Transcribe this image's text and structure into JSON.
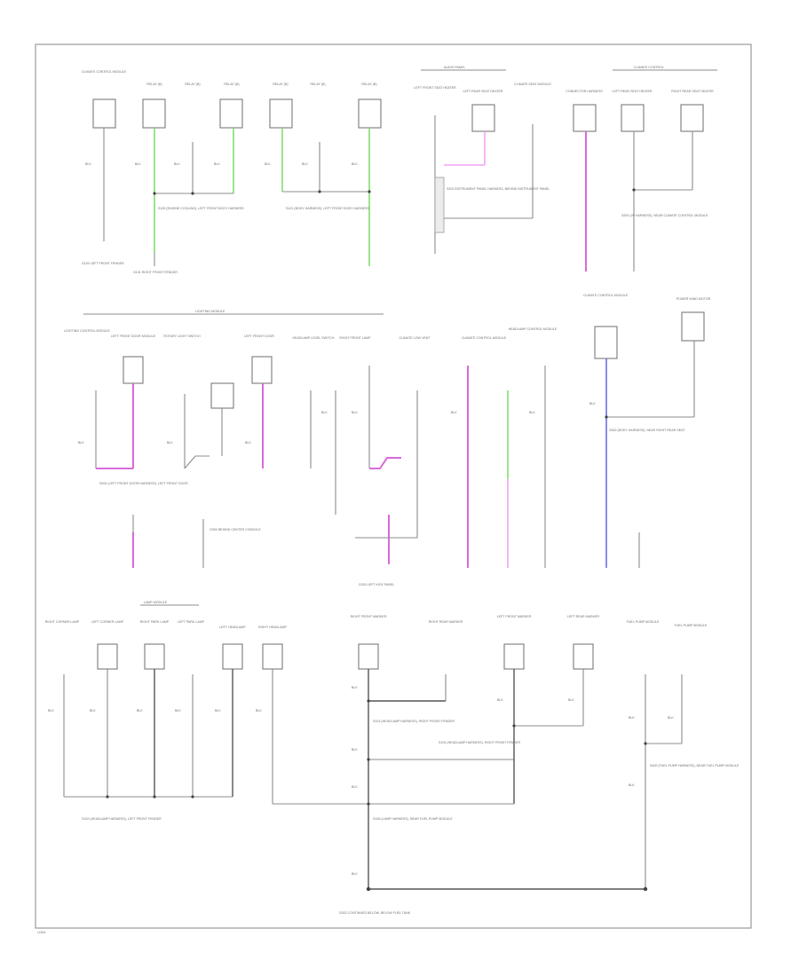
{
  "diagram": {
    "figure_id": "r1264",
    "section_headers": {
      "top_right_a": "AUDIO PANEL",
      "top_right_b": "CLIMATE CONTROL",
      "middle": "LIGHTING MODULE",
      "bottom": "LAMP MODULE"
    },
    "components_row1": [
      "CLIMATE CONTROL MODULE",
      "RELAY (B)",
      "RELAY (B)",
      "RELAY (B)",
      "RELAY (B)",
      "RELAY (B)",
      "RELAY (B)",
      "LEFT FRONT SEAT HEATER",
      "LEFT REAR SEAT HEATER",
      "CLIMATE SEAT MODULE",
      "CONNECTOR HARNESS",
      "LEFT REAR SEAT HEATER",
      "RIGHT REAR SEAT HEATER"
    ],
    "components_row2": [
      "LIGHTING CONTROL MODULE",
      "LEFT FRONT DOOR MODULE",
      "ROTARY LIGHT SWITCH",
      "LEFT FRONT DOOR",
      "HEADLAMP LEVEL SWITCH",
      "RIGHT FRONT LAMP",
      "CLIMATE LOW VENT",
      "CLIMATE CONTROL MODULE",
      "HEADLAMP CONTROL MODULE",
      "CLIMATE CONTROL MODULE",
      "POWER WIND MOTOR"
    ],
    "components_row3": [
      "RIGHT CORNER LAMP",
      "LEFT CORNER LAMP",
      "RIGHT PARK LAMP",
      "LEFT PARK LAMP",
      "LEFT HEADLAMP",
      "RIGHT HEADLAMP",
      "RIGHT FRONT MARKER",
      "RIGHT REAR MARKER",
      "LEFT FRONT MARKER",
      "LEFT REAR MARKER",
      "FUEL PUMP MODULE",
      "FUEL PUMP MODULE"
    ],
    "wire_label": "BLK",
    "splice_labels": {
      "s1": "S105 (ENGINE COOLING), LEFT FRONT BODY HARNESS",
      "s2": "S101 (BODY HARNESS), LEFT FRONT BODY HARNESS",
      "s3": "S202 INSTRUMENT PANEL HARNESS, BEHIND INSTRUMENT PANEL",
      "s4": "S200 (I/P HARNESS), NEAR CLIMATE CONTROL MODULE",
      "s5": "S205 (LEFT FRONT DOOR HARNESS), LEFT FRONT DOOR",
      "s6": "S300 (BODY HARNESS), NEAR RIGHT REAR SEAT",
      "s7": "S102 (HEADLAMP HARNESS), LEFT FRONT FENDER",
      "s8": "S103 (HEADLAMP HARNESS), RIGHT FRONT FENDER",
      "s9": "S104 (HEADLAMP HARNESS), RIGHT FRONT FENDER",
      "s10": "S106 (LAMP HARNESS), NEAR FUEL PUMP MODULE",
      "s11": "S400 (FUEL PUMP HARNESS), NEAR FUEL PUMP MODULE"
    },
    "ground_labels": {
      "g1": "G100 LEFT FRONT FENDER",
      "g2": "G101 RIGHT FRONT FENDER",
      "g3": "G200 LEFT KICK PANEL",
      "g4": "G300 BEHIND CENTER CONSOLE",
      "g5": "G302 CONTINUED BELOW, BELOW FUEL TANK"
    },
    "colors": {
      "green": "#7ee06e",
      "magenta": "#d96ad9",
      "pink": "#f3a4f3",
      "blue": "#6e6ee6",
      "black": "#555555"
    }
  }
}
